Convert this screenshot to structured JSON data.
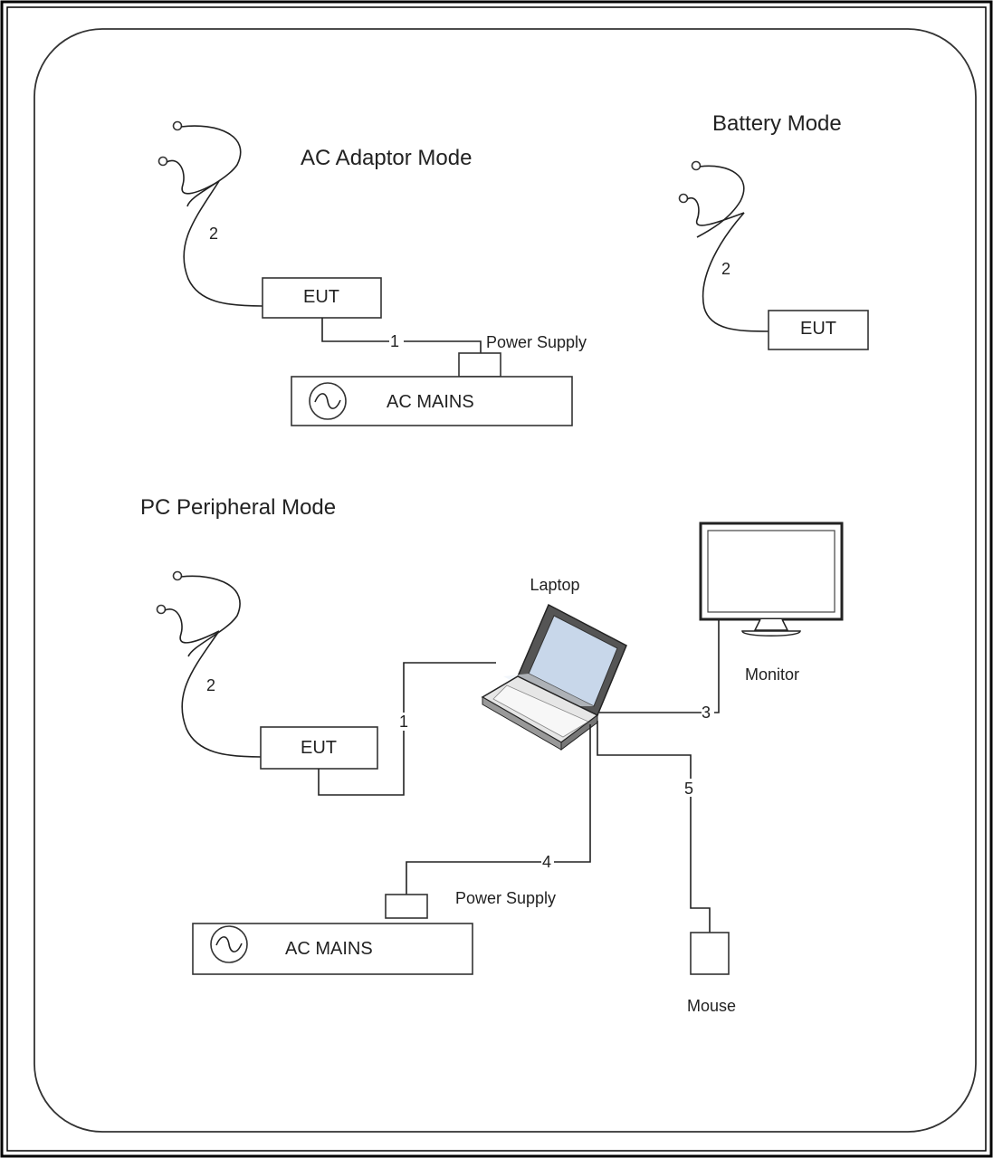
{
  "sections": {
    "ac_adaptor": {
      "title": "AC Adaptor Mode",
      "eut": "EUT",
      "cable_1": "1",
      "cable_2": "2",
      "power_supply": "Power Supply",
      "mains": "AC MAINS"
    },
    "battery": {
      "title": "Battery Mode",
      "eut": "EUT",
      "cable_2": "2"
    },
    "pc_peripheral": {
      "title": "PC Peripheral Mode",
      "laptop": "Laptop",
      "monitor": "Monitor",
      "mouse": "Mouse",
      "eut": "EUT",
      "power_supply": "Power Supply",
      "mains": "AC MAINS",
      "cable_1": "1",
      "cable_2": "2",
      "cable_3": "3",
      "cable_4": "4",
      "cable_5": "5"
    }
  },
  "icons": [
    "earphone-icon",
    "ac-source-icon",
    "laptop-icon",
    "monitor-icon",
    "mouse-icon"
  ]
}
